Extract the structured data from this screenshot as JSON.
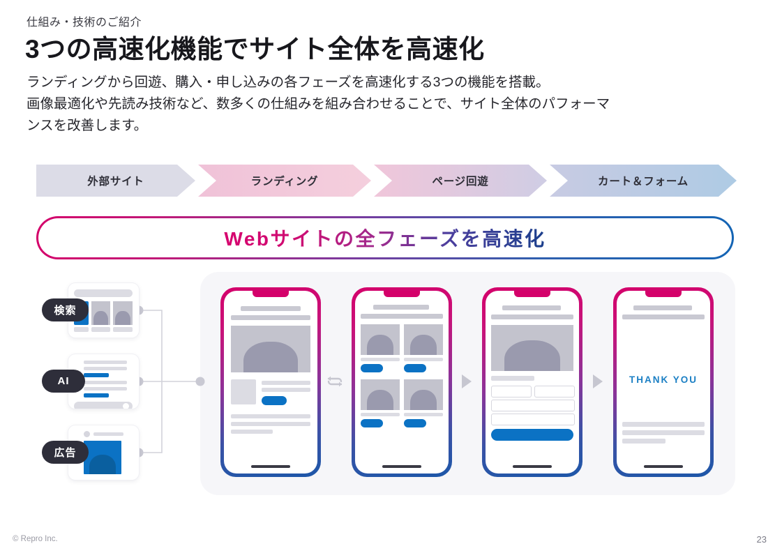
{
  "header": {
    "eyebrow": "仕組み・技術のご紹介",
    "title": "3つの高速化機能でサイト全体を高速化",
    "lead_line1": "ランディングから回遊、購入・申し込みの各フェーズを高速化する3つの機能を搭載。",
    "lead_line2": "画像最適化や先読み技術など、数多くの仕組みを組み合わせることで、サイト全体のパフォーマ",
    "lead_line3": "ンスを改善します。"
  },
  "phase_bar": {
    "items": [
      {
        "label": "外部サイト",
        "color": "#dcdce7"
      },
      {
        "label": "ランディング",
        "color": "#f0c2d8"
      },
      {
        "label": "ページ回遊",
        "color": "#dcc7e0"
      },
      {
        "label": "カート＆フォーム",
        "color": "#b6cbe4"
      }
    ]
  },
  "banner": {
    "text": "Webサイトの全フェーズを高速化",
    "gradient_start": "#d4006a",
    "gradient_end": "#1464b4"
  },
  "diagram": {
    "sources": [
      {
        "badge": "検索",
        "card_name": "search-result-card"
      },
      {
        "badge": "AI",
        "card_name": "ai-answer-card"
      },
      {
        "badge": "広告",
        "card_name": "ad-creative-card"
      }
    ],
    "phones": [
      {
        "name": "landing-page-phone",
        "screen": "landing"
      },
      {
        "name": "product-grid-phone",
        "screen": "grid"
      },
      {
        "name": "cart-form-phone",
        "screen": "form"
      },
      {
        "name": "thank-you-phone",
        "screen": "thanks",
        "text": "THANK YOU"
      }
    ],
    "flow_icons": [
      {
        "name": "loop-arrows-icon",
        "glyph": "⇄"
      },
      {
        "name": "play-triangle-icon",
        "glyph": "▶"
      },
      {
        "name": "play-triangle-icon",
        "glyph": "▶"
      }
    ],
    "accent_blue": "#0b72c4",
    "badge_bg": "#2e2e3a"
  },
  "footer": {
    "copyright": "© Repro Inc.",
    "page_number": "23"
  }
}
